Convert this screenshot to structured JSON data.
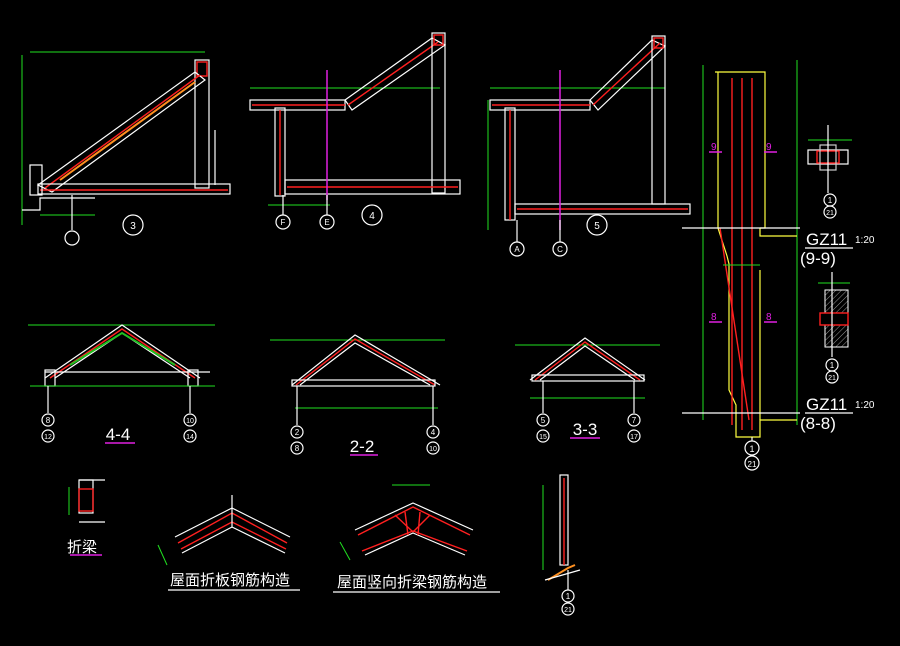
{
  "colors": {
    "background": "#000000",
    "outline": "#ffffff",
    "rebar": "#ff2020",
    "dimension": "#20e020",
    "column_outline": "#ffff40",
    "section_mark": "#e020e0"
  },
  "sections": {
    "s3": {
      "label": "3",
      "axis": [
        ""
      ]
    },
    "s4": {
      "label": "4",
      "axis_left": "F",
      "axis_right": "E"
    },
    "s5": {
      "label": "5",
      "axis_left": "A",
      "axis_right": "C"
    }
  },
  "column": {
    "axis_top": "1",
    "axis_bottom": "21",
    "cut_upper": "9",
    "cut_lower": "8",
    "detail_99": {
      "name": "GZ11",
      "scale": "1:20",
      "section": "(9-9)",
      "axis_top": "1",
      "axis_bottom": "21"
    },
    "detail_88": {
      "name": "GZ11",
      "scale": "1:20",
      "section": "(8-8)",
      "axis_top": "1",
      "axis_bottom": "21"
    }
  },
  "roof_sections": [
    {
      "title": "4-4",
      "left_axis": [
        "8",
        "12"
      ],
      "right_axis": [
        "10",
        "14"
      ]
    },
    {
      "title": "2-2",
      "left_axis": [
        "2",
        "8"
      ],
      "right_axis": [
        "4",
        "10"
      ]
    },
    {
      "title": "3-3",
      "left_axis": [
        "5",
        "15"
      ],
      "right_axis": [
        "7",
        "17"
      ]
    }
  ],
  "details": {
    "folded_beam": "折梁",
    "roof_fold_plate": "屋面折板钢筋构造",
    "roof_vertical_fold_beam": "屋面竖向折梁钢筋构造",
    "small_detail_axis": [
      "1",
      "21"
    ]
  }
}
